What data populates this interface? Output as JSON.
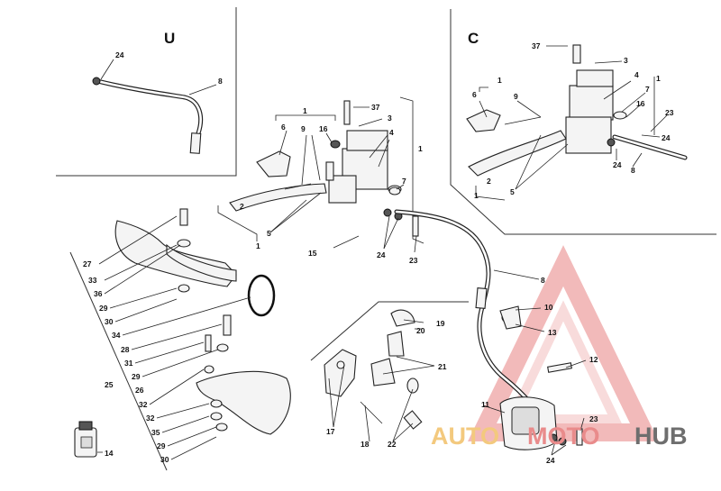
{
  "sections": {
    "u": "U",
    "c": "C"
  },
  "callouts": {
    "u_24": "24",
    "u_8": "8",
    "c_37": "37",
    "c_3": "3",
    "c_1a": "1",
    "c_6": "6",
    "c_9": "9",
    "c_4": "4",
    "c_7": "7",
    "c_1b": "1",
    "c_16": "16",
    "c_23": "23",
    "c_24a": "24",
    "c_2": "2",
    "c_5": "5",
    "c_1c": "1",
    "c_24b": "24",
    "c_8": "8",
    "m_1a": "1",
    "m_37": "37",
    "m_6": "6",
    "m_9": "9",
    "m_16": "16",
    "m_3": "3",
    "m_4": "4",
    "m_1b": "1",
    "m_7": "7",
    "m_2": "2",
    "m_5": "5",
    "m_1c": "1",
    "m_15": "15",
    "m_24": "24",
    "m_23": "23",
    "l_27": "27",
    "l_33": "33",
    "l_36": "36",
    "l_29a": "29",
    "l_30a": "30",
    "l_34": "34",
    "l_28": "28",
    "l_31": "31",
    "l_29b": "29",
    "l_26": "26",
    "l_32a": "32",
    "l_32b": "32",
    "l_35": "35",
    "l_29c": "29",
    "l_30b": "30",
    "l_25": "25",
    "l_14": "14",
    "r_19": "19",
    "r_20": "20",
    "r_21": "21",
    "r_17": "17",
    "r_18": "18",
    "r_22": "22",
    "r_8": "8",
    "r_10": "10",
    "r_13": "13",
    "r_12": "12",
    "r_11": "11",
    "r_23": "23",
    "r_24": "24"
  },
  "watermark": {
    "auto": "AUTO",
    "moto": "MOTO",
    "hub": "HUB"
  },
  "colors": {
    "wm_red": "#e98b8b",
    "wm_orange": "#f3c97e",
    "wm_gray": "#6e6e6e"
  }
}
